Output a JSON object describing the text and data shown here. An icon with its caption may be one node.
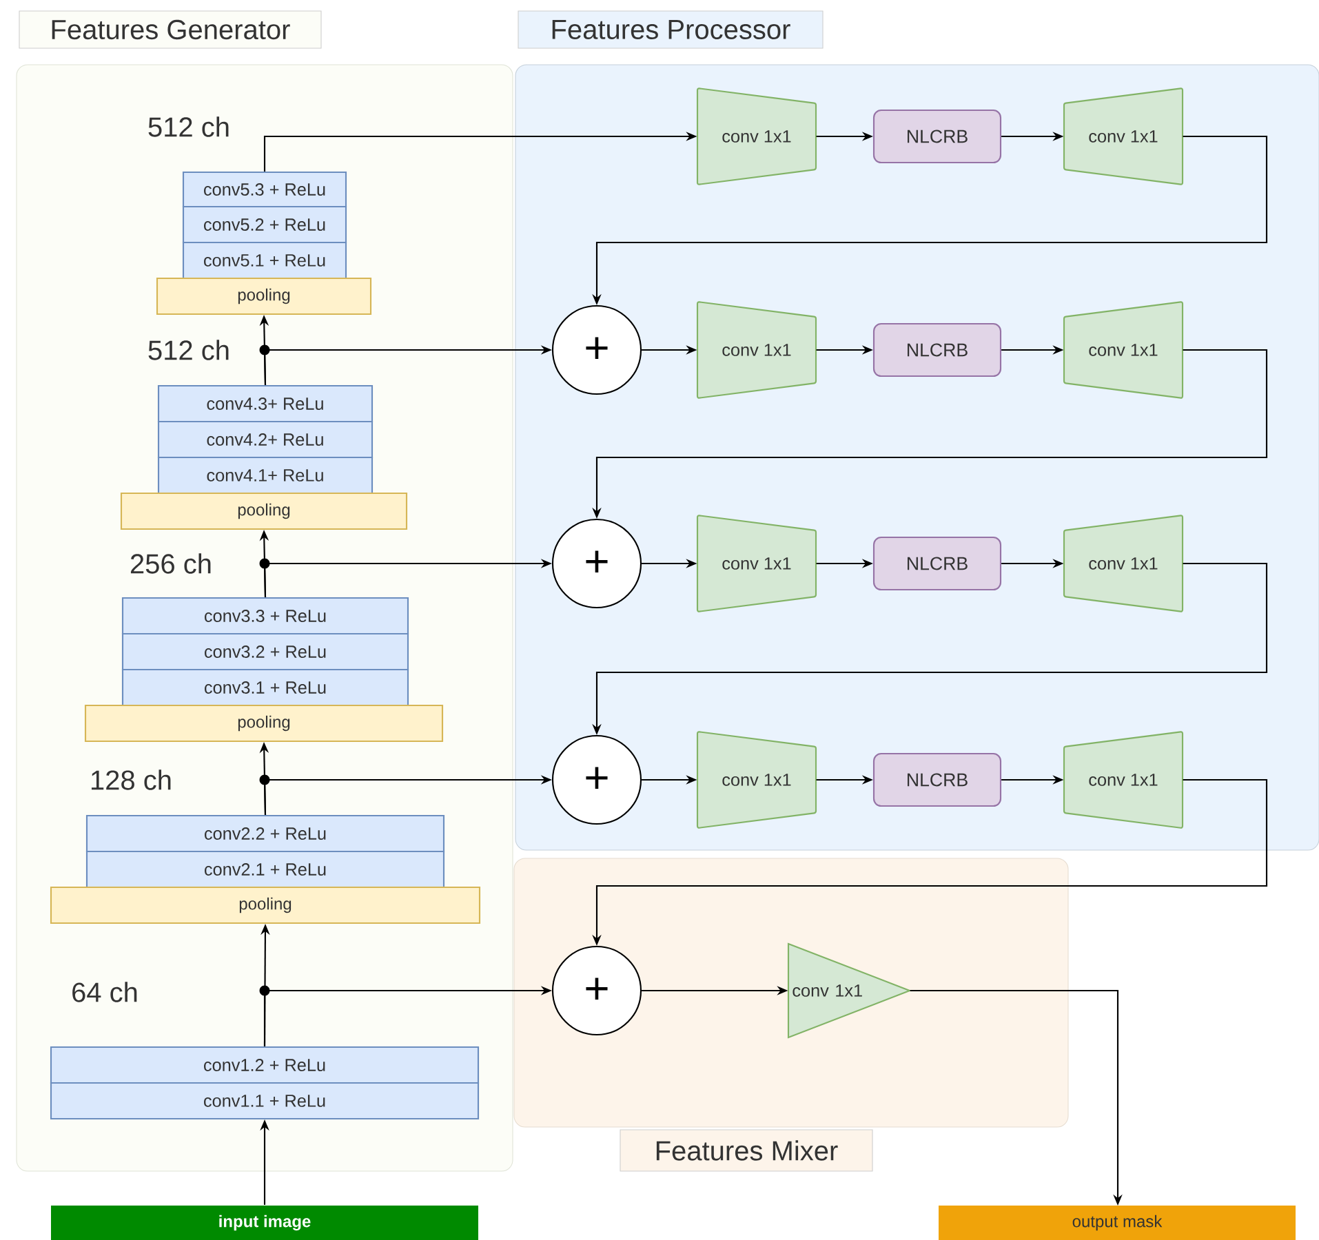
{
  "diagram": {
    "nodes": [
      {
        "text": [
          "Features Generator"
        ]
      },
      {
        "text": [
          "Features Processor"
        ]
      },
      {
        "text": [
          "Features Mixer"
        ]
      },
      {
        "text": [
          "conv5.3 + ReLu"
        ],
        "in": 0
      },
      {
        "text": [
          "conv5.2 + ReLu"
        ],
        "in": 0
      },
      {
        "text": [
          "conv5.1 + ReLu"
        ],
        "in": 0
      },
      {
        "text": [
          "pooling"
        ],
        "in": 0
      },
      {
        "text": [
          "conv4.3+ ReLu"
        ],
        "in": 0
      },
      {
        "text": [
          "conv4.2+ ReLu"
        ],
        "in": 0
      },
      {
        "text": [
          "conv4.1+ ReLu"
        ],
        "in": 0
      },
      {
        "text": [
          "pooling"
        ],
        "in": 0
      },
      {
        "text": [
          "conv3.3 + ReLu"
        ],
        "in": 0
      },
      {
        "text": [
          "conv3.2 + ReLu"
        ],
        "in": 0
      },
      {
        "text": [
          "conv3.1 + ReLu"
        ],
        "in": 0
      },
      {
        "text": [
          "pooling"
        ],
        "in": 0
      },
      {
        "text": [
          "conv2.2 + ReLu"
        ],
        "in": 0
      },
      {
        "text": [
          "conv2.1 + ReLu"
        ],
        "in": 0
      },
      {
        "text": [
          "pooling"
        ],
        "in": 0
      },
      {
        "text": [
          "conv1.2 + ReLu"
        ],
        "in": 0
      },
      {
        "text": [
          "conv1.1 + ReLu"
        ],
        "in": 0
      },
      {
        "text": [
          "conv 1x1"
        ],
        "in": 1
      },
      {
        "text": [
          "NLCRB"
        ],
        "in": 1
      },
      {
        "text": [
          "conv 1x1"
        ],
        "in": 1
      },
      {
        "text": [
          "+"
        ],
        "in": 1
      },
      {
        "text": [
          "conv 1x1"
        ],
        "in": 1
      },
      {
        "text": [
          "NLCRB"
        ],
        "in": 1
      },
      {
        "text": [
          "conv 1x1"
        ],
        "in": 1
      },
      {
        "text": [
          "+"
        ],
        "in": 1
      },
      {
        "text": [
          "conv 1x1"
        ],
        "in": 1
      },
      {
        "text": [
          "NLCRB"
        ],
        "in": 1
      },
      {
        "text": [
          "conv 1x1"
        ],
        "in": 1
      },
      {
        "text": [
          "+"
        ],
        "in": 1
      },
      {
        "text": [
          "conv 1x1"
        ],
        "in": 1
      },
      {
        "text": [
          "NLCRB"
        ],
        "in": 1
      },
      {
        "text": [
          "conv 1x1"
        ],
        "in": 1
      },
      {
        "text": [
          "+"
        ],
        "in": 2
      },
      {
        "text": [
          "conv 1x1"
        ],
        "in": 2
      },
      {
        "text": [
          "input image"
        ]
      },
      {
        "text": [
          "output mask"
        ]
      }
    ],
    "edges": [
      {
        "from": 37,
        "to": 19,
        "arrow": "to"
      },
      {
        "from": 18,
        "to": 17,
        "arrow": "to"
      },
      {
        "from": 18,
        "to": 35,
        "arrow": "to"
      },
      {
        "from": 15,
        "to": 14,
        "arrow": "to"
      },
      {
        "from": 15,
        "to": 31,
        "arrow": "to"
      },
      {
        "from": 11,
        "to": 10,
        "arrow": "to"
      },
      {
        "from": 11,
        "to": 27,
        "arrow": "to"
      },
      {
        "from": 7,
        "to": 6,
        "arrow": "to"
      },
      {
        "from": 7,
        "to": 23,
        "arrow": "to"
      },
      {
        "from": 3,
        "to": 20,
        "arrow": "to"
      },
      {
        "from": 20,
        "to": 21,
        "arrow": "to"
      },
      {
        "from": 21,
        "to": 22,
        "arrow": "to"
      },
      {
        "from": 22,
        "to": 23,
        "arrow": "to"
      },
      {
        "from": 23,
        "to": 24,
        "arrow": "to"
      },
      {
        "from": 24,
        "to": 25,
        "arrow": "to"
      },
      {
        "from": 25,
        "to": 26,
        "arrow": "to"
      },
      {
        "from": 26,
        "to": 27,
        "arrow": "to"
      },
      {
        "from": 27,
        "to": 28,
        "arrow": "to"
      },
      {
        "from": 28,
        "to": 29,
        "arrow": "to"
      },
      {
        "from": 29,
        "to": 30,
        "arrow": "to"
      },
      {
        "from": 30,
        "to": 31,
        "arrow": "to"
      },
      {
        "from": 31,
        "to": 32,
        "arrow": "to"
      },
      {
        "from": 32,
        "to": 33,
        "arrow": "to"
      },
      {
        "from": 33,
        "to": 34,
        "arrow": "to"
      },
      {
        "from": 34,
        "to": 35,
        "arrow": "to"
      },
      {
        "from": 35,
        "to": 36,
        "arrow": "to"
      },
      {
        "from": 36,
        "to": 38,
        "arrow": "to"
      }
    ],
    "labels": [
      "512 ch",
      "512 ch",
      "256 ch",
      "128 ch",
      "64 ch"
    ]
  }
}
